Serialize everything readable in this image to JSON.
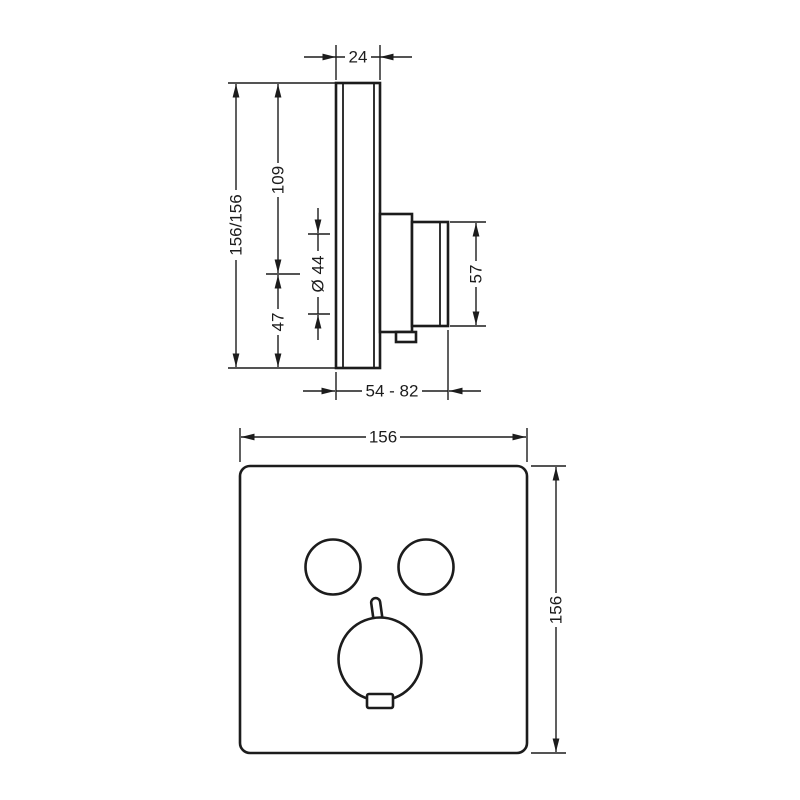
{
  "colors": {
    "line": "#1c1c1c",
    "background": "#ffffff"
  },
  "side_view": {
    "dim_thickness": "24",
    "dim_total_height": "156/156",
    "dim_upper": "109",
    "dim_lower": "47",
    "dim_diameter": "Ø 44",
    "dim_valve_height": "57",
    "dim_depth_range": "54 - 82"
  },
  "front_view": {
    "dim_width": "156",
    "dim_height": "156"
  }
}
